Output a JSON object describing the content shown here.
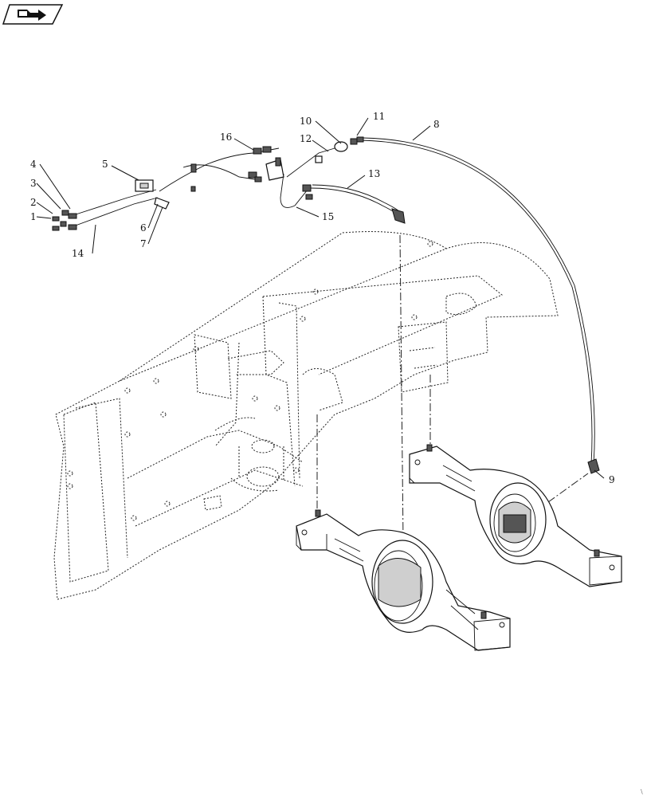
{
  "nav_icon": {
    "name": "book-arrow-icon"
  },
  "callouts": [
    {
      "id": "c1",
      "label": "1"
    },
    {
      "id": "c2",
      "label": "2"
    },
    {
      "id": "c3",
      "label": "3"
    },
    {
      "id": "c4",
      "label": "4"
    },
    {
      "id": "c5",
      "label": "5"
    },
    {
      "id": "c6",
      "label": "6"
    },
    {
      "id": "c7",
      "label": "7"
    },
    {
      "id": "c8",
      "label": "8"
    },
    {
      "id": "c9",
      "label": "9"
    },
    {
      "id": "c10",
      "label": "10"
    },
    {
      "id": "c11",
      "label": "11"
    },
    {
      "id": "c12",
      "label": "12"
    },
    {
      "id": "c13",
      "label": "13"
    },
    {
      "id": "c14",
      "label": "14"
    },
    {
      "id": "c15",
      "label": "15"
    },
    {
      "id": "c16",
      "label": "16"
    }
  ]
}
